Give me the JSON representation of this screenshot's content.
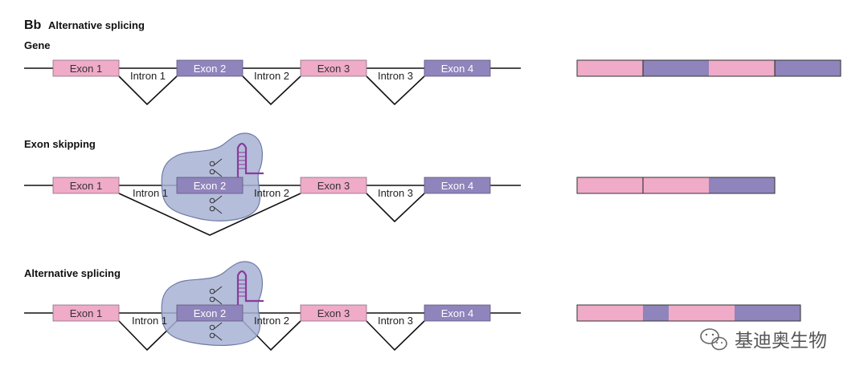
{
  "header": {
    "panel_label": "Bb",
    "title": "Alternative splicing"
  },
  "colors": {
    "exon_pink": "#efabc8",
    "exon_purple": "#8f84bb",
    "line": "#111111",
    "spliceosome_fill": "#a7b1d4",
    "spliceosome_stroke": "#6e7aa6",
    "rna_hairpin": "#8a3b9a"
  },
  "sections": [
    {
      "id": "gene",
      "label": "Gene",
      "exons": [
        "Exon 1",
        "Exon 2",
        "Exon 3",
        "Exon 4"
      ],
      "introns": [
        "Intron 1",
        "Intron 2",
        "Intron 3"
      ],
      "splicing": "normal",
      "spliceosome": false,
      "mrna": [
        "pink",
        "purple",
        "pink",
        "purple"
      ]
    },
    {
      "id": "exon-skipping",
      "label": "Exon skipping",
      "exons": [
        "Exon 1",
        "Exon 2",
        "Exon 3",
        "Exon 4"
      ],
      "introns": [
        "Intron 1",
        "Intron 2",
        "Intron 3"
      ],
      "splicing": "skip-exon-2",
      "spliceosome": true,
      "mrna": [
        "pink",
        "pink",
        "purple"
      ]
    },
    {
      "id": "alternative-splicing",
      "label": "Alternative splicing",
      "exons": [
        "Exon 1",
        "Exon 2",
        "Exon 3",
        "Exon 4"
      ],
      "introns": [
        "Intron 1",
        "Intron 2",
        "Intron 3"
      ],
      "splicing": "partial-exon-2",
      "spliceosome": true,
      "mrna": [
        "pink",
        "purple-short",
        "pink",
        "purple"
      ]
    }
  ],
  "watermark": {
    "icon": "wechat-icon",
    "text": "基迪奥生物"
  }
}
